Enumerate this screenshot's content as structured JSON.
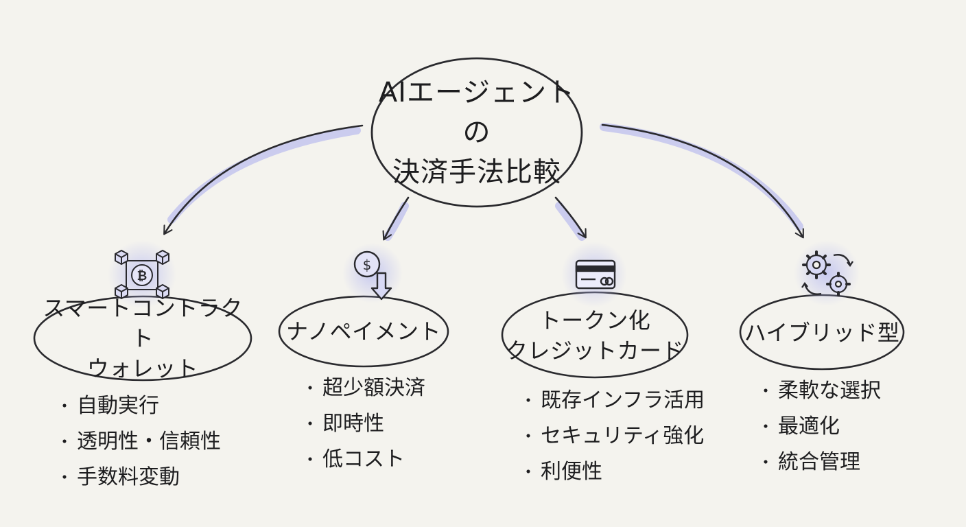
{
  "center": {
    "line1": "AIエージェントの",
    "line2": "決済手法比較"
  },
  "methods": [
    {
      "icon": "blockchain-coin-icon",
      "title_line1": "スマートコントラクト",
      "title_line2": "ウォレット",
      "bullets": [
        "自動実行",
        "透明性・信頼性",
        "手数料変動"
      ]
    },
    {
      "icon": "dollar-coin-down-arrow-icon",
      "title_line1": "ナノペイメント",
      "title_line2": "",
      "bullets": [
        "超少額決済",
        "即時性",
        "低コスト"
      ]
    },
    {
      "icon": "credit-card-icon",
      "title_line1": "トークン化",
      "title_line2": "クレジットカード",
      "bullets": [
        "既存インフラ活用",
        "セキュリティ強化",
        "利便性"
      ]
    },
    {
      "icon": "gears-cycle-icon",
      "title_line1": "ハイブリッド型",
      "title_line2": "",
      "bullets": [
        "柔軟な選択",
        "最適化",
        "統合管理"
      ]
    }
  ],
  "bullet_symbol": "・",
  "colors": {
    "background": "#f4f3ee",
    "ink": "#1d1d1f",
    "accent": "#8c8fe0",
    "accent_soft": "#c9cbf3"
  }
}
